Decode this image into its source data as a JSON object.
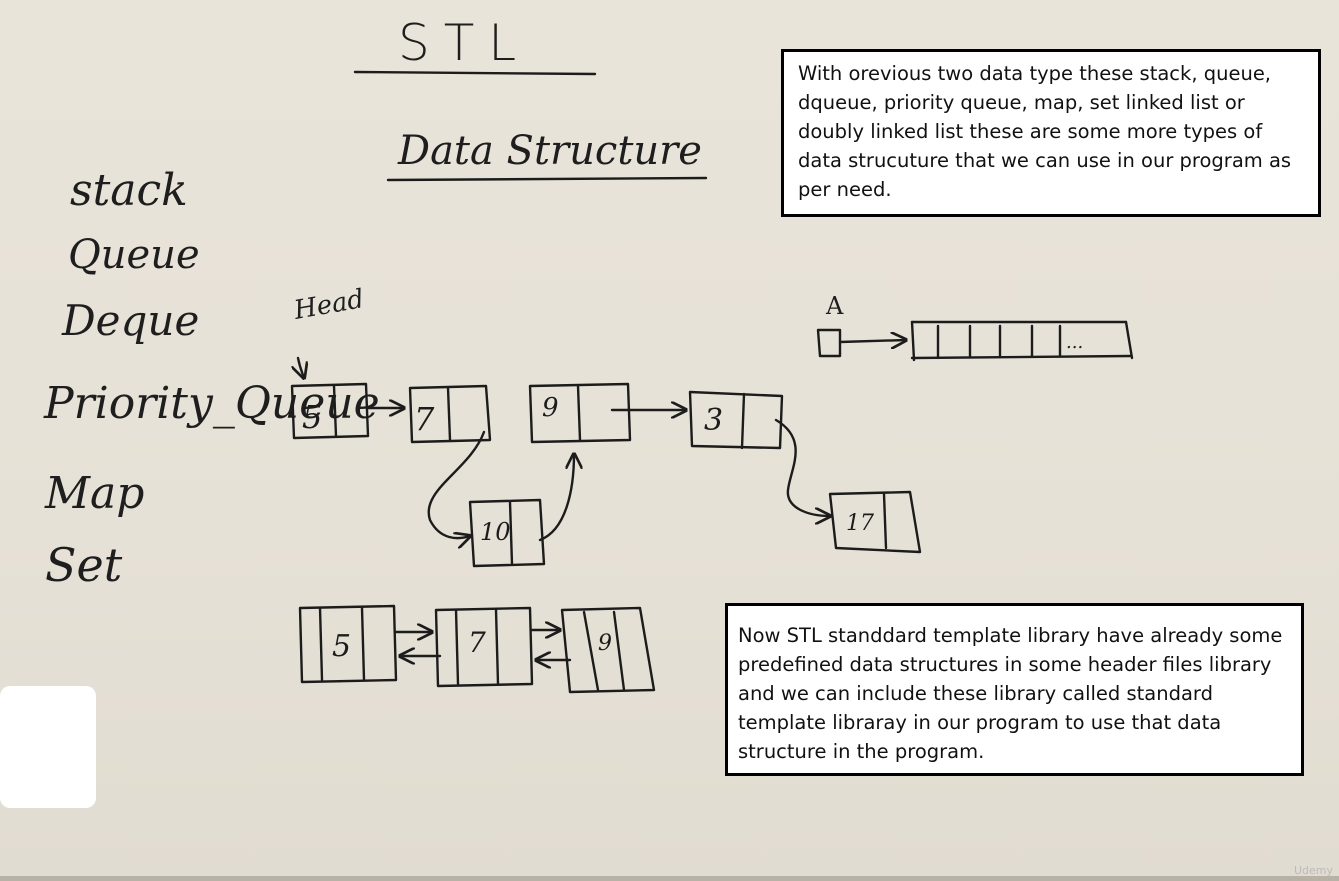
{
  "board": {
    "title": "STL",
    "subtitle": "Data Structure",
    "list_items": [
      "stack",
      "Queue",
      "Deque",
      "Priority_Queue",
      "Map",
      "Set"
    ],
    "head_label": "Head",
    "array_label": "A",
    "linked_list_nodes": [
      "5",
      "7",
      "9",
      "3"
    ],
    "inserted_node": "10",
    "tail_node": "17",
    "doubly_nodes": [
      "5",
      "7",
      "9"
    ],
    "array_cells_suffix": "..."
  },
  "notes": {
    "top": "With orevious two data type these stack, queue, dqueue, priority queue, map, set linked list or doubly linked list these are some more types of data strucuture that we can use in our program as per need.",
    "bottom": "Now STL  standdard template library have already some predefined data structures in some header files library and we can include these library called standard template libraray in our program to use that data structure in the program."
  },
  "brand": "Udemy"
}
